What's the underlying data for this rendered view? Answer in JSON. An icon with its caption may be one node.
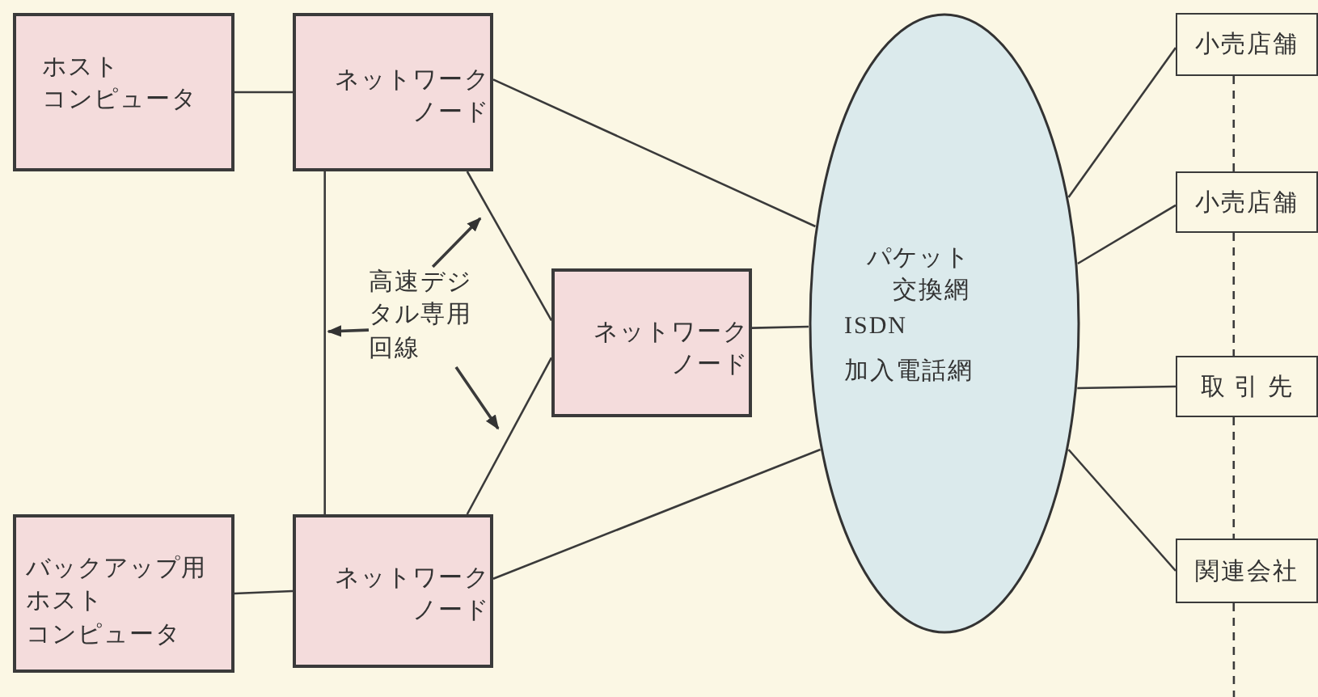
{
  "diagram": {
    "nodes": [
      {
        "text": [
          "ホストコンピュータ"
        ]
      },
      {
        "text": [
          "ネットワークノード"
        ]
      },
      {
        "text": [
          "ネットワークノード"
        ]
      },
      {
        "text": [
          "バックアップ用ホストコンピュータ"
        ]
      },
      {
        "text": [
          "ネットワークノード"
        ]
      },
      {
        "text": [
          "パケット交換網",
          "ISDN",
          "加入電話網"
        ]
      },
      {
        "text": [
          "小売店舗"
        ]
      },
      {
        "text": [
          "小売店舗"
        ]
      },
      {
        "text": [
          "取 引 先"
        ]
      },
      {
        "text": [
          "関連会社"
        ]
      },
      {
        "text": [
          "高速デジタル専用回線"
        ]
      }
    ],
    "edges": [
      {
        "from": 0,
        "to": 1,
        "arrow": "none"
      },
      {
        "from": 1,
        "to": 4,
        "arrow": "none"
      },
      {
        "from": 1,
        "to": 2,
        "arrow": "none"
      },
      {
        "from": 4,
        "to": 2,
        "arrow": "none"
      },
      {
        "from": 1,
        "to": 5,
        "arrow": "none"
      },
      {
        "from": 2,
        "to": 5,
        "arrow": "none"
      },
      {
        "from": 4,
        "to": 5,
        "arrow": "none"
      },
      {
        "from": 3,
        "to": 4,
        "arrow": "none"
      },
      {
        "from": 5,
        "to": 6,
        "arrow": "none"
      },
      {
        "from": 5,
        "to": 7,
        "arrow": "none"
      },
      {
        "from": 5,
        "to": 8,
        "arrow": "none"
      },
      {
        "from": 5,
        "to": 9,
        "arrow": "none"
      },
      {
        "from": 6,
        "to": 7,
        "arrow": "none",
        "style": "dashed"
      },
      {
        "from": 7,
        "to": 8,
        "arrow": "none",
        "style": "dashed"
      },
      {
        "from": 8,
        "to": 9,
        "arrow": "none",
        "style": "dashed"
      },
      {
        "from": 9,
        "to": null,
        "arrow": "none",
        "style": "dashed"
      },
      {
        "from": 10,
        "to": null,
        "arrow": "to"
      },
      {
        "from": 10,
        "to": null,
        "arrow": "to"
      },
      {
        "from": 10,
        "to": null,
        "arrow": "to"
      }
    ]
  }
}
